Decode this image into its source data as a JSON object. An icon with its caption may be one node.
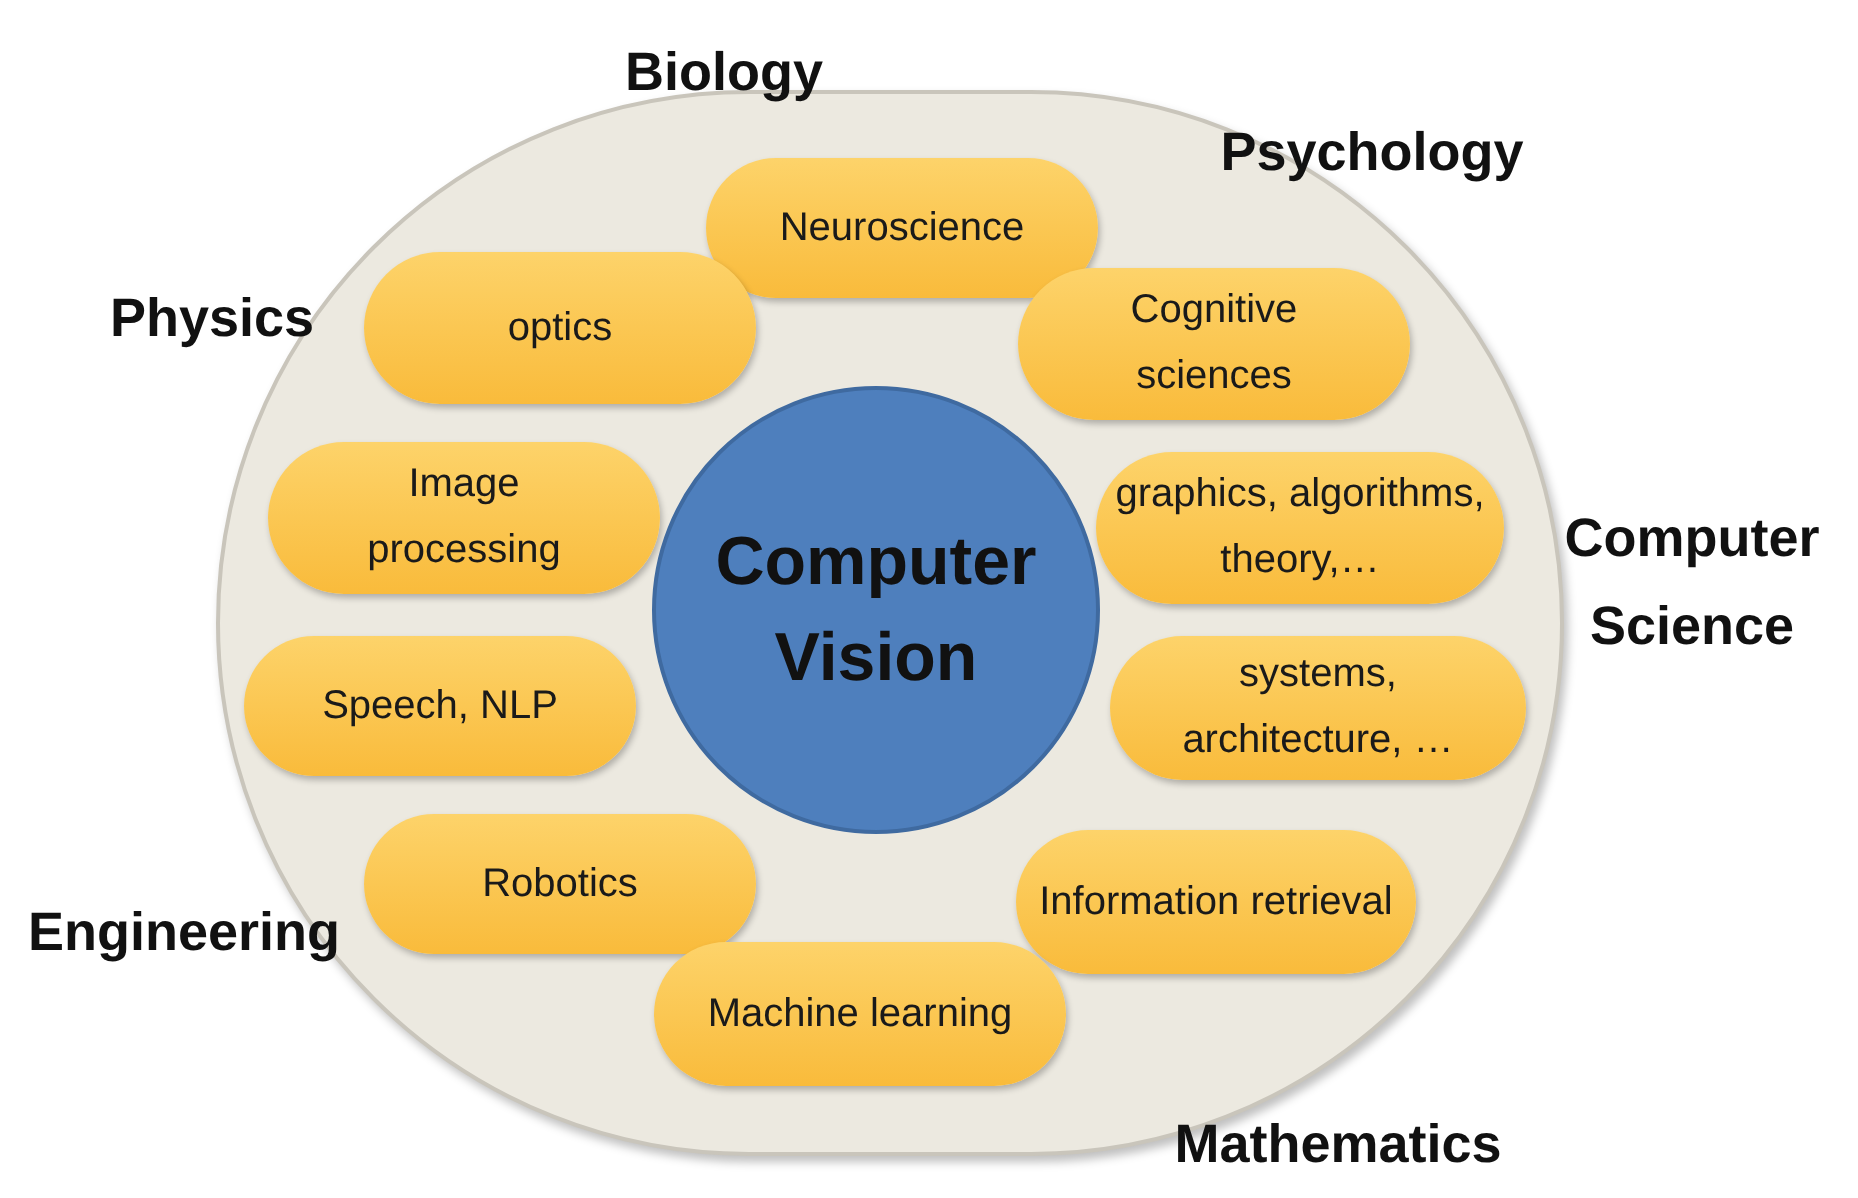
{
  "diagram": {
    "nodes": [
      {
        "text": [],
        "shape": "ellipse"
      },
      {
        "text": [
          "Neuroscience"
        ],
        "in": 0
      },
      {
        "text": [
          "optics"
        ],
        "in": 0
      },
      {
        "text": [
          "Cognitive sciences"
        ],
        "in": 0
      },
      {
        "text": [
          "Image processing"
        ],
        "in": 0
      },
      {
        "text": [
          "graphics, algorithms, theory,…"
        ],
        "in": 0
      },
      {
        "text": [
          "Computer Vision"
        ],
        "in": 0
      },
      {
        "text": [
          "Speech, NLP"
        ],
        "in": 0
      },
      {
        "text": [
          "systems, architecture, …"
        ],
        "in": 0
      },
      {
        "text": [
          "Robotics"
        ],
        "in": 0
      },
      {
        "text": [
          "Information retrieval"
        ],
        "in": 0
      },
      {
        "text": [
          "Machine learning"
        ],
        "in": 0
      }
    ],
    "edges": [],
    "labels": [
      "Biology",
      "Psychology",
      "Physics",
      "Computer Science",
      "Engineering",
      "Mathematics"
    ]
  }
}
